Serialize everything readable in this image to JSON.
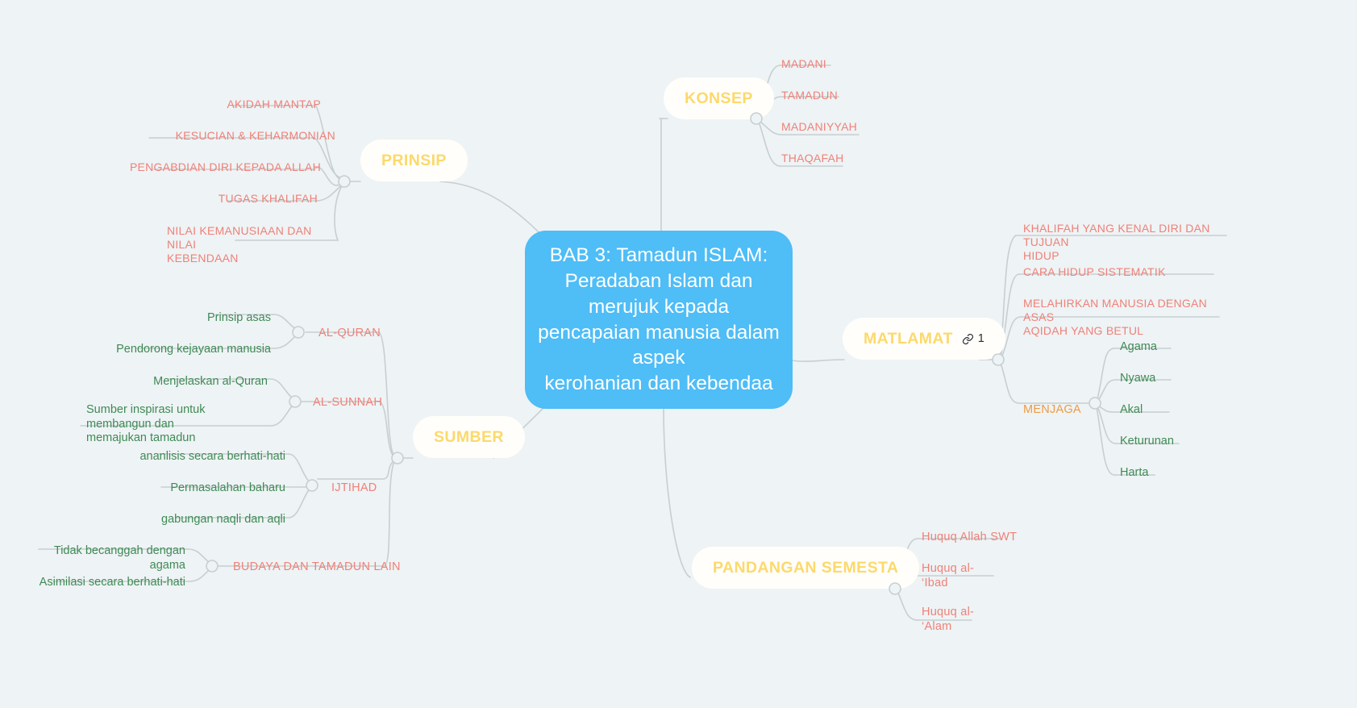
{
  "colors": {
    "background": "#eef3f5",
    "root_fill": "#4fbdf6",
    "root_text": "#ffffff",
    "pill_fill": "#fffefb",
    "pill_text": "#fcd96b",
    "category_text": "#ef8178",
    "leaf_green": "#3f8a55",
    "accent_orange": "#ef9a43",
    "wire": "#c7cfd2"
  },
  "root": {
    "text": "BAB 3: Tamadun ISLAM:\nPeradaban Islam dan\nmerujuk kepada\npencapaian manusia dalam\naspek\nkerohanian dan kebendaa"
  },
  "branches": {
    "prinsip": {
      "label": "PRINSIP",
      "children": [
        {
          "label": "AKIDAH MANTAP"
        },
        {
          "label": "KESUCIAN & KEHARMONIAN"
        },
        {
          "label": "PENGABDIAN DIRI KEPADA ALLAH"
        },
        {
          "label": "TUGAS KHALIFAH"
        },
        {
          "label": "NILAI KEMANUSIAAN DAN NILAI\nKEBENDAAN"
        }
      ]
    },
    "konsep": {
      "label": "KONSEP",
      "children": [
        {
          "label": "MADANI"
        },
        {
          "label": "TAMADUN"
        },
        {
          "label": "MADANIYYAH"
        },
        {
          "label": "THAQAFAH"
        }
      ]
    },
    "matlamat": {
      "label": "MATLAMAT",
      "link_icon": "link-icon",
      "link_count": "1",
      "children": [
        {
          "label": "KHALIFAH YANG KENAL DIRI DAN TUJUAN\nHIDUP"
        },
        {
          "label": "CARA HIDUP SISTEMATIK"
        },
        {
          "label": "MELAHIRKAN MANUSIA DENGAN ASAS\nAQIDAH YANG BETUL"
        },
        {
          "label": "MENJAGA",
          "children": [
            {
              "label": "Agama"
            },
            {
              "label": "Nyawa"
            },
            {
              "label": "Akal"
            },
            {
              "label": "Keturunan"
            },
            {
              "label": "Harta"
            }
          ]
        }
      ]
    },
    "sumber": {
      "label": "SUMBER",
      "children": [
        {
          "label": "AL-QURAN",
          "children": [
            {
              "label": "Prinsip asas"
            },
            {
              "label": "Pendorong kejayaan manusia"
            }
          ]
        },
        {
          "label": "AL-SUNNAH",
          "children": [
            {
              "label": "Menjelaskan al-Quran"
            },
            {
              "label": "Sumber inspirasi untuk membangun dan\nmemajukan tamadun"
            }
          ]
        },
        {
          "label": "IJTIHAD",
          "children": [
            {
              "label": "ananlisis secara berhati-hati"
            },
            {
              "label": "Permasalahan baharu"
            },
            {
              "label": "gabungan naqli dan aqli"
            }
          ]
        },
        {
          "label": "BUDAYA DAN TAMADUN LAIN",
          "children": [
            {
              "label": "Tidak becanggah dengan agama"
            },
            {
              "label": "Asimilasi secara berhati-hati"
            }
          ]
        }
      ]
    },
    "pandangan": {
      "label": "PANDANGAN SEMESTA",
      "children": [
        {
          "label": "Huquq Allah SWT"
        },
        {
          "label": "Huquq al-\n‘Ibad"
        },
        {
          "label": "Huquq al-\n‘Alam"
        }
      ]
    }
  }
}
